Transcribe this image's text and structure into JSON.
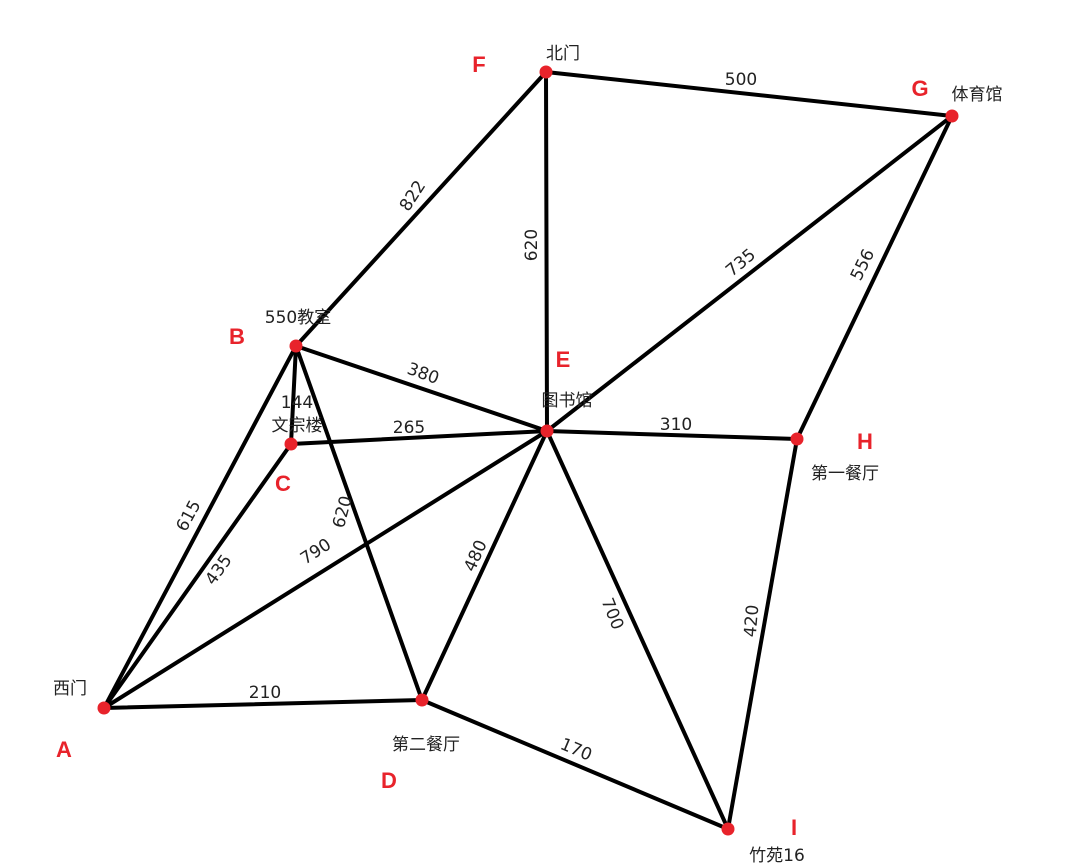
{
  "colors": {
    "node": "#e8232b",
    "letter": "#e8232b",
    "edge": "#000000",
    "text": "#222222"
  },
  "nodes": {
    "A": {
      "letter": "A",
      "name": "西门"
    },
    "B": {
      "letter": "B",
      "name": "550教室"
    },
    "C": {
      "letter": "C",
      "name": "文宗楼"
    },
    "D": {
      "letter": "D",
      "name": "第二餐厅"
    },
    "E": {
      "letter": "E",
      "name": "图书馆"
    },
    "F": {
      "letter": "F",
      "name": "北门"
    },
    "G": {
      "letter": "G",
      "name": "体育馆"
    },
    "H": {
      "letter": "H",
      "name": "第一餐厅"
    },
    "I": {
      "letter": "I",
      "name": "竹苑16"
    }
  },
  "edges": [
    {
      "from": "F",
      "to": "G",
      "weight": "500"
    },
    {
      "from": "F",
      "to": "B",
      "weight": "822"
    },
    {
      "from": "F",
      "to": "E",
      "weight": "620"
    },
    {
      "from": "G",
      "to": "E",
      "weight": "735"
    },
    {
      "from": "G",
      "to": "H",
      "weight": "556"
    },
    {
      "from": "B",
      "to": "E",
      "weight": "380"
    },
    {
      "from": "B",
      "to": "C",
      "weight": "144"
    },
    {
      "from": "B",
      "to": "A",
      "weight": "615"
    },
    {
      "from": "B",
      "to": "D",
      "weight": "620"
    },
    {
      "from": "C",
      "to": "E",
      "weight": "265"
    },
    {
      "from": "C",
      "to": "A",
      "weight": "435"
    },
    {
      "from": "E",
      "to": "H",
      "weight": "310"
    },
    {
      "from": "E",
      "to": "A",
      "weight": "790"
    },
    {
      "from": "E",
      "to": "D",
      "weight": "480"
    },
    {
      "from": "E",
      "to": "I",
      "weight": "700"
    },
    {
      "from": "H",
      "to": "I",
      "weight": "420"
    },
    {
      "from": "A",
      "to": "D",
      "weight": "210"
    },
    {
      "from": "D",
      "to": "I",
      "weight": "170"
    }
  ]
}
